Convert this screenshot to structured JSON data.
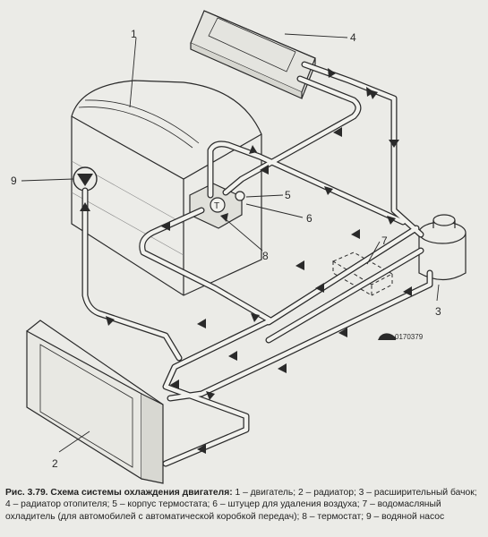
{
  "diagram": {
    "labels": {
      "engine": "1",
      "radiator": "2",
      "expansion_tank": "3",
      "heater_radiator": "4",
      "thermostat_housing": "5",
      "air_bleed_fitting": "6",
      "oil_cooler": "7",
      "thermostat": "8",
      "water_pump": "9"
    },
    "code": "0170379"
  },
  "caption": {
    "title": "Рис. 3.79. Схема системы охлаждения двигателя:",
    "text": " 1 – двигатель; 2 – радиатор; 3 – расширительный бачок; 4 – радиатор отопителя; 5 – корпус термостата; 6 – штуцер для удаления воздуха; 7 – водомасляный охладитель (для автомобилей с автоматической коробкой передач); 8 – термостат; 9 – водяной насос"
  },
  "colors": {
    "background": "#ebebe7",
    "line": "#2a2a2a",
    "pipe_fill": "#f2f2ee",
    "arrow": "#2a2a2a"
  }
}
